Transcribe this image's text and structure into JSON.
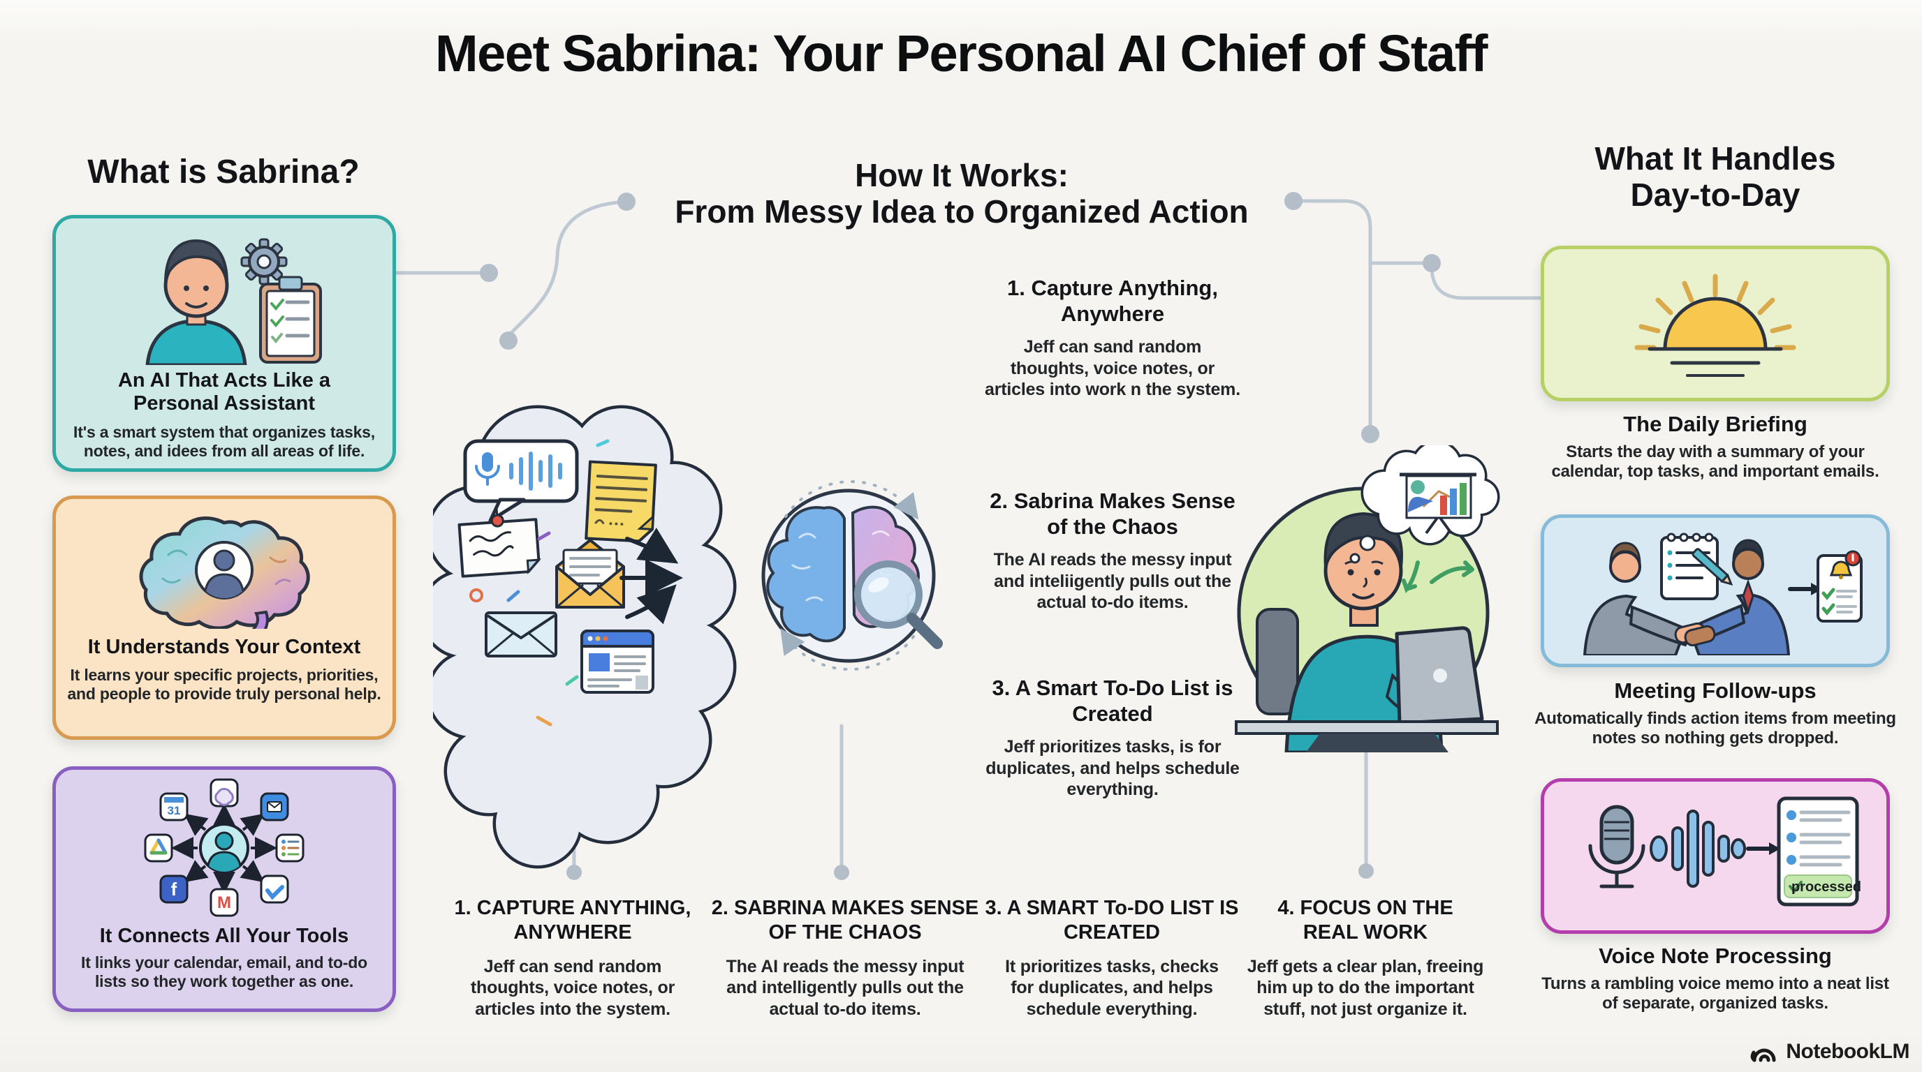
{
  "title": "Meet Sabrina: Your Personal AI Chief of Staff",
  "left": {
    "heading": "What is Sabrina?",
    "cards": [
      {
        "title": "An AI That Acts Like a Personal Assistant",
        "body": "It's a smart system that organizes tasks, notes, and idees from all areas of life."
      },
      {
        "title": "It Understands Your Context",
        "body": "It learns your specific projects, priorities, and people to provide truly personal help."
      },
      {
        "title": "It Connects All Your Tools",
        "body": "It links your calendar, email, and to-do lists so they work together as one."
      }
    ],
    "icon_labels": {
      "calendar": "31",
      "facebook": "f",
      "gmail": "M"
    }
  },
  "center": {
    "heading_line1": "How It Works:",
    "heading_line2": "From Messy Idea to Organized Action",
    "steps": [
      {
        "title": "1. Capture Anything, Anywhere",
        "body": "Jeff can sand random thoughts, voice notes, or articles into work n the system."
      },
      {
        "title": "2. Sabrina Makes Sense of the Chaos",
        "body": "The AI reads the messy input and inteliigently pulls out the actual to-do items."
      },
      {
        "title": "3. A Smart To-Do List is Created",
        "body": "Jeff prioritizes tasks, is for duplicates, and helps schedule everything."
      }
    ],
    "bottom_steps": [
      {
        "title": "1. CAPTURE ANYTHING, ANYWHERE",
        "body": "Jeff can send random thoughts, voice notes, or articles into the system."
      },
      {
        "title": "2. SABRINA MAKES SENSE OF THE CHAOS",
        "body": "The AI reads the messy input and intelligently pulls out the actual to-do items."
      },
      {
        "title": "3. A SMART To-DO LIST IS CREATED",
        "body": "It prioritizes tasks, checks for duplicates, and helps schedule everything."
      },
      {
        "title": "4. FOCUS ON THE REAL WORK",
        "body": "Jeff gets a clear plan, freeing him up to do the important stuff, not just organize it."
      }
    ]
  },
  "right": {
    "heading_line1": "What It Handles",
    "heading_line2": "Day-to-Day",
    "cards": [
      {
        "title": "The Daily Briefing",
        "body": "Starts the day with a summary of your calendar, top tasks, and important emails."
      },
      {
        "title": "Meeting Follow-ups",
        "body": "Automatically finds action items from meeting notes so nothing gets dropped."
      },
      {
        "title": "Voice Note Processing",
        "body": "Turns a rambling voice memo into a neat list of separate, organized tasks."
      }
    ],
    "processed_label": "processed"
  },
  "watermark": "NotebookLM",
  "colors": {
    "background": "#f5f4f0",
    "assistant_card_bg": "#cfeae6",
    "assistant_card_border": "#2fa9a3",
    "context_card_bg": "#fbe4c5",
    "context_card_border": "#d9994e",
    "tools_card_bg": "#ddd2ee",
    "tools_card_border": "#8a5fc2",
    "briefing_card_bg": "#e9f2cd",
    "briefing_card_border": "#b6d065",
    "meeting_card_bg": "#d9e9f4",
    "meeting_card_border": "#85bad8",
    "voice_card_bg": "#f6d8ee",
    "voice_card_border": "#b23dab",
    "connector": "#bfc9d3",
    "text": "#17191c"
  }
}
